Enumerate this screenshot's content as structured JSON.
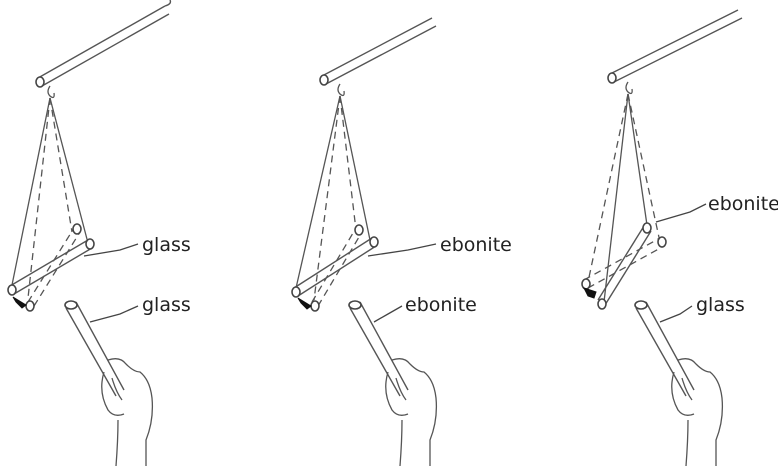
{
  "panels": [
    {
      "suspended_label": "glass",
      "held_label": "glass"
    },
    {
      "suspended_label": "ebonite",
      "held_label": "ebonite"
    },
    {
      "suspended_label": "ebonite",
      "held_label": "glass"
    }
  ]
}
